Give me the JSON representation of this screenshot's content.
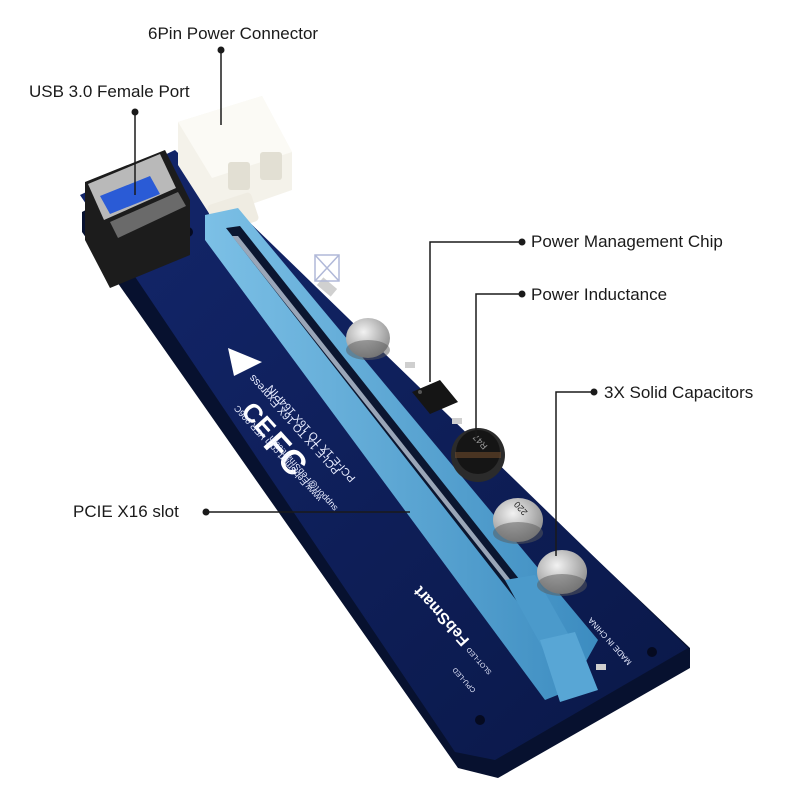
{
  "callouts": {
    "power_connector": "6Pin Power Connector",
    "usb_port": "USB 3.0 Female Port",
    "power_chip": "Power Management Chip",
    "inductance": "Power Inductance",
    "capacitors": "3X Solid Capacitors",
    "pcie_slot": "PCIE X16 slot"
  },
  "board_text": {
    "line1": "PCI-E 1X TO 16X Express",
    "line2": "PCI-E 1X TO 16X 164PIN",
    "line3": "www.FebSmart.com VER 006C",
    "line4": "support@FebSmart.com",
    "brand": "FebSmart",
    "made_in": "MADE IN CHINA",
    "fc_mark": "FC",
    "ce_mark": "CE",
    "cap_label": "220",
    "inductor_label": "R47",
    "led1": "SLOT-LED",
    "led2": "CPU-LED"
  },
  "colors": {
    "pcb": "#0c1d57",
    "pcb_edge": "#07112f",
    "slot": "#5aa8d6",
    "slot_dark": "#2f78a8",
    "connector": "#f4f2ea",
    "leader": "#1a1a1a"
  }
}
